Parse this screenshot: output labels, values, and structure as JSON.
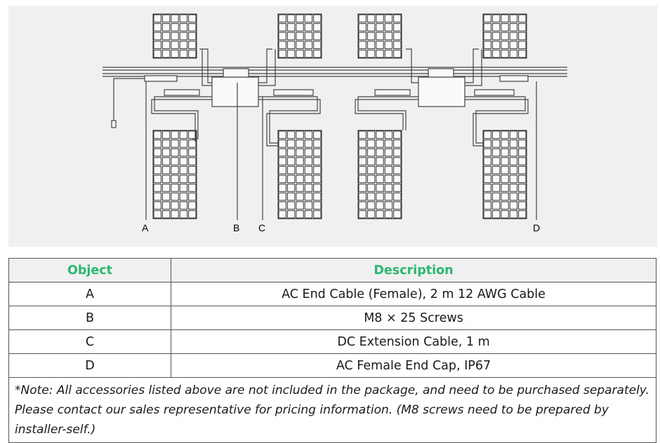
{
  "diagram": {
    "callouts": [
      "A",
      "B",
      "C",
      "D"
    ]
  },
  "table": {
    "headers": {
      "object": "Object",
      "description": "Description"
    },
    "rows": [
      {
        "object": "A",
        "description": "AC End Cable (Female), 2 m 12 AWG Cable"
      },
      {
        "object": "B",
        "description": "M8 × 25 Screws"
      },
      {
        "object": "C",
        "description": "DC Extension Cable, 1 m"
      },
      {
        "object": "D",
        "description": "AC Female End Cap, IP67"
      }
    ],
    "note": "*Note: All accessories listed above are not included in the package, and need to be purchased separately. Please contact our sales representative for pricing information. (M8 screws need to be prepared by installer-self.)"
  },
  "colors": {
    "header_text": "#2bb673",
    "header_bg": "#f0f0f0",
    "diagram_bg": "#f0f0f0"
  }
}
